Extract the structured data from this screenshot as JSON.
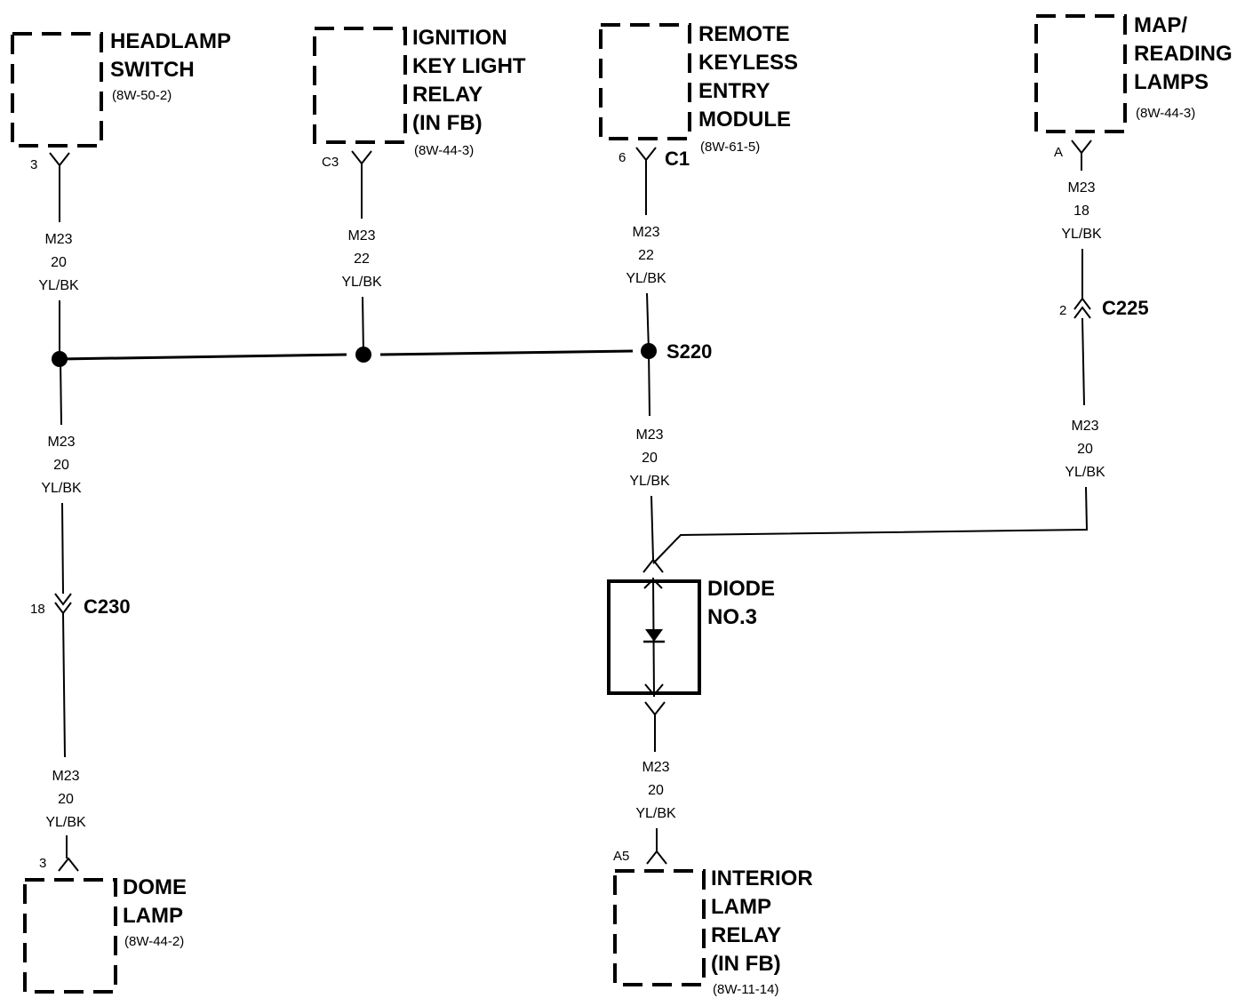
{
  "components": {
    "headlamp_switch": {
      "line1": "HEADLAMP",
      "line2": "SWITCH",
      "ref": "(8W-50-2)",
      "pin": "3"
    },
    "ignition_key_light_relay": {
      "line1": "IGNITION",
      "line2": "KEY LIGHT",
      "line3": "RELAY",
      "line4": "(IN FB)",
      "ref": "(8W-44-3)",
      "pin": "C3"
    },
    "remote_keyless_entry_module": {
      "line1": "REMOTE",
      "line2": "KEYLESS",
      "line3": "ENTRY",
      "line4": "MODULE",
      "ref": "(8W-61-5)",
      "pin": "6",
      "connector": "C1"
    },
    "map_reading_lamps": {
      "line1": "MAP/",
      "line2": "READING",
      "line3": "LAMPS",
      "ref": "(8W-44-3)",
      "pin": "A"
    },
    "dome_lamp": {
      "line1": "DOME",
      "line2": "LAMP",
      "ref": "(8W-44-2)",
      "pin": "3"
    },
    "interior_lamp_relay": {
      "line1": "INTERIOR",
      "line2": "LAMP",
      "line3": "RELAY",
      "line4": "(IN FB)",
      "ref": "(8W-11-14)",
      "pin": "A5"
    },
    "diode": {
      "line1": "DIODE",
      "line2": "NO.3"
    }
  },
  "wires": {
    "headlamp_upper": {
      "circuit": "M23",
      "gauge": "20",
      "color": "YL/BK"
    },
    "ignition_upper": {
      "circuit": "M23",
      "gauge": "22",
      "color": "YL/BK"
    },
    "rke_upper": {
      "circuit": "M23",
      "gauge": "22",
      "color": "YL/BK"
    },
    "map_upper": {
      "circuit": "M23",
      "gauge": "18",
      "color": "YL/BK"
    },
    "left_middle": {
      "circuit": "M23",
      "gauge": "20",
      "color": "YL/BK"
    },
    "center_middle": {
      "circuit": "M23",
      "gauge": "20",
      "color": "YL/BK"
    },
    "map_lower": {
      "circuit": "M23",
      "gauge": "20",
      "color": "YL/BK"
    },
    "left_lower": {
      "circuit": "M23",
      "gauge": "20",
      "color": "YL/BK"
    },
    "center_lower": {
      "circuit": "M23",
      "gauge": "20",
      "color": "YL/BK"
    }
  },
  "connectors": {
    "c230": {
      "name": "C230",
      "pin": "18"
    },
    "c225": {
      "name": "C225",
      "pin": "2"
    }
  },
  "splice": {
    "name": "S220"
  }
}
